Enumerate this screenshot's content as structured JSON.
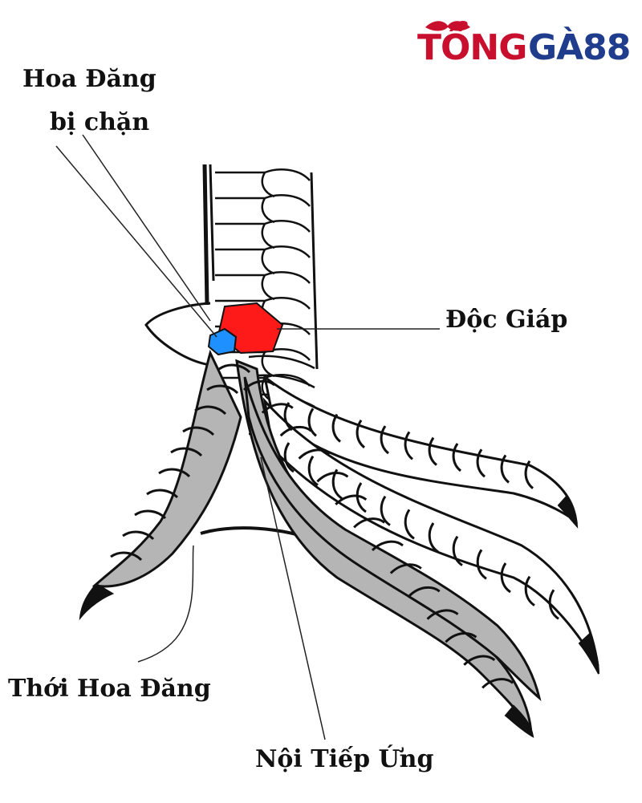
{
  "logo": {
    "part1": "TỔNG",
    "part2": "GÀ88",
    "colors": {
      "part1": "#c8102e",
      "part2": "#1f3d8c"
    }
  },
  "labels": {
    "hoa_dang_line1": "Hoa Đăng",
    "hoa_dang_line2": "bị chặn",
    "doc_giap": "Độc Giáp",
    "thoi_hoa_dang": "Thới Hoa Đăng",
    "noi_tiep_ung": "Nội Tiếp Ứng"
  },
  "colors": {
    "doc_giap_scale": "#ff1a1a",
    "hoa_dang_scale": "#1e90ff",
    "toe_gray": "#b5b5b5",
    "outline": "#111111"
  }
}
